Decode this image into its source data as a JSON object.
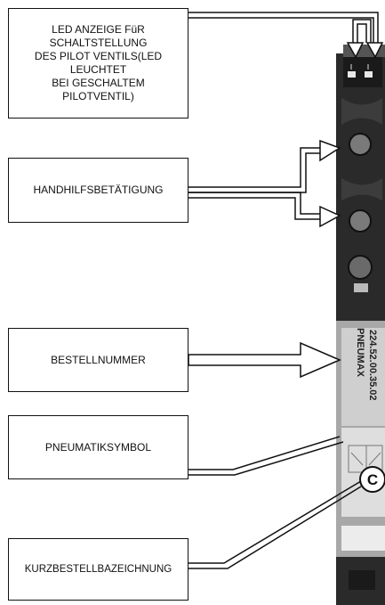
{
  "labels": {
    "led": [
      "LED ANZEIGE FüR",
      "SCHALTSTELLUNG",
      "DES PILOT VENTILS(LED",
      "LEUCHTET",
      "BEI GESCHALTEM",
      "PILOTVENTIL)"
    ],
    "manual_override": "HANDHILFSBETÄTIGUNG",
    "order_number": "BESTELLNUMMER",
    "pneumatic_symbol": "PNEUMATIKSYMBOL",
    "short_order_code": "KURZBESTELLBAZEICHNUNG"
  },
  "device": {
    "brand": "PNEUMAX",
    "order_number": "224.52.00.35.02",
    "code_letter": "C"
  },
  "colors": {
    "device_dark": "#2a2a2a",
    "device_grey": "#9a9a9a",
    "line": "#111111"
  }
}
